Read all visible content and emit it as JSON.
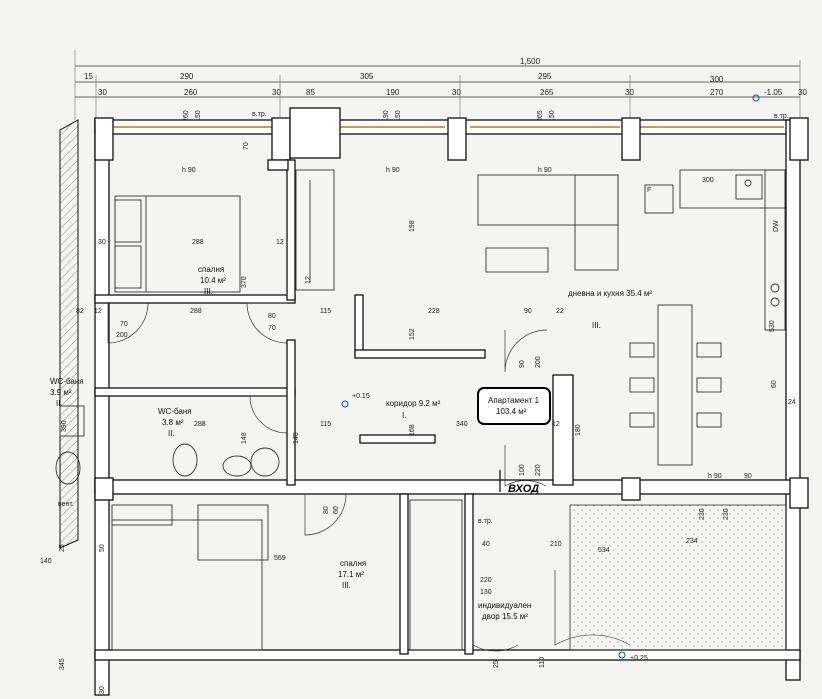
{
  "dimensions": {
    "total": "1,500",
    "row1": [
      "15",
      "290",
      "305",
      "295",
      "300"
    ],
    "row2": [
      "30",
      "260",
      "30",
      "85",
      "190",
      "30",
      "265",
      "30",
      "270",
      "-1.05",
      "30"
    ],
    "vertical_top": [
      "260",
      "150",
      "190",
      "150",
      "265",
      "150"
    ],
    "misc": [
      "70",
      "h 90",
      "h 90",
      "h 90",
      "300",
      "30",
      "288",
      "12",
      "370",
      "198",
      "12",
      "82",
      "12",
      "70",
      "200",
      "288",
      "115",
      "228",
      "90",
      "22",
      "80",
      "70",
      "152",
      "530",
      "90",
      "200",
      "+0.15",
      "60",
      "24",
      "390",
      "288",
      "148",
      "140",
      "115",
      "168",
      "340",
      "12",
      "180",
      "100",
      "220",
      "h 90",
      "90",
      "230",
      "230",
      "80",
      "60",
      "569",
      "40",
      "210",
      "534",
      "234",
      "140",
      "25",
      "50",
      "220",
      "130",
      "345",
      "25",
      "110",
      "+0.25",
      "30"
    ]
  },
  "labels": {
    "vtr1": "в.тр.",
    "vtr2": "в.тр.",
    "vtr3": "в.тр.",
    "fridge": "F",
    "dw": "DW",
    "ventv": "вент.",
    "entry": "ВХОД"
  },
  "rooms": {
    "bedroom1": {
      "name": "спалня",
      "area": "10.4 м²",
      "floor": "III."
    },
    "living": {
      "name": "дневна и кухня 35.4 м²",
      "floor": "III."
    },
    "wc1": {
      "name": "WC-баня",
      "area": "3.9 м²",
      "floor": "II."
    },
    "wc2": {
      "name": "WC-баня",
      "area": "3.8 м²",
      "floor": "II."
    },
    "corridor": {
      "name": "коридор 9.2 м²",
      "floor": "I."
    },
    "bedroom2": {
      "name": "спалня",
      "area": "17.1 м²",
      "floor": "III."
    },
    "yard": {
      "name": "индивидуален",
      "area": "двор 15.5 м²"
    }
  },
  "apartment": {
    "name": "Апартамент 1",
    "area": "103.4 м²"
  },
  "colors": {
    "wall": "#111111",
    "window": "#c89a5a",
    "background": "#f4f4f2"
  }
}
